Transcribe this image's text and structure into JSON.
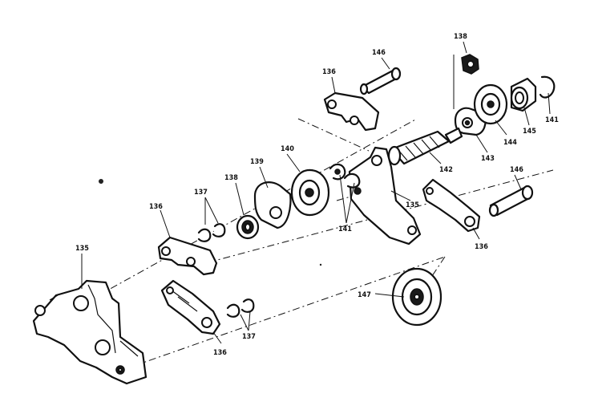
{
  "callouts": {
    "c135_left": "135",
    "c135_right": "135",
    "c136_top": "136",
    "c136_left": "136",
    "c136_bottom": "136",
    "c136_right": "136",
    "c137_top": "137",
    "c137_bottom": "137",
    "c138_left": "138",
    "c138_top": "138",
    "c139": "139",
    "c140": "140",
    "c141_bottom": "141",
    "c141_right": "141",
    "c142": "142",
    "c143": "143",
    "c144": "144",
    "c145": "145",
    "c146_top": "146",
    "c146_right": "146",
    "c147": "147"
  }
}
